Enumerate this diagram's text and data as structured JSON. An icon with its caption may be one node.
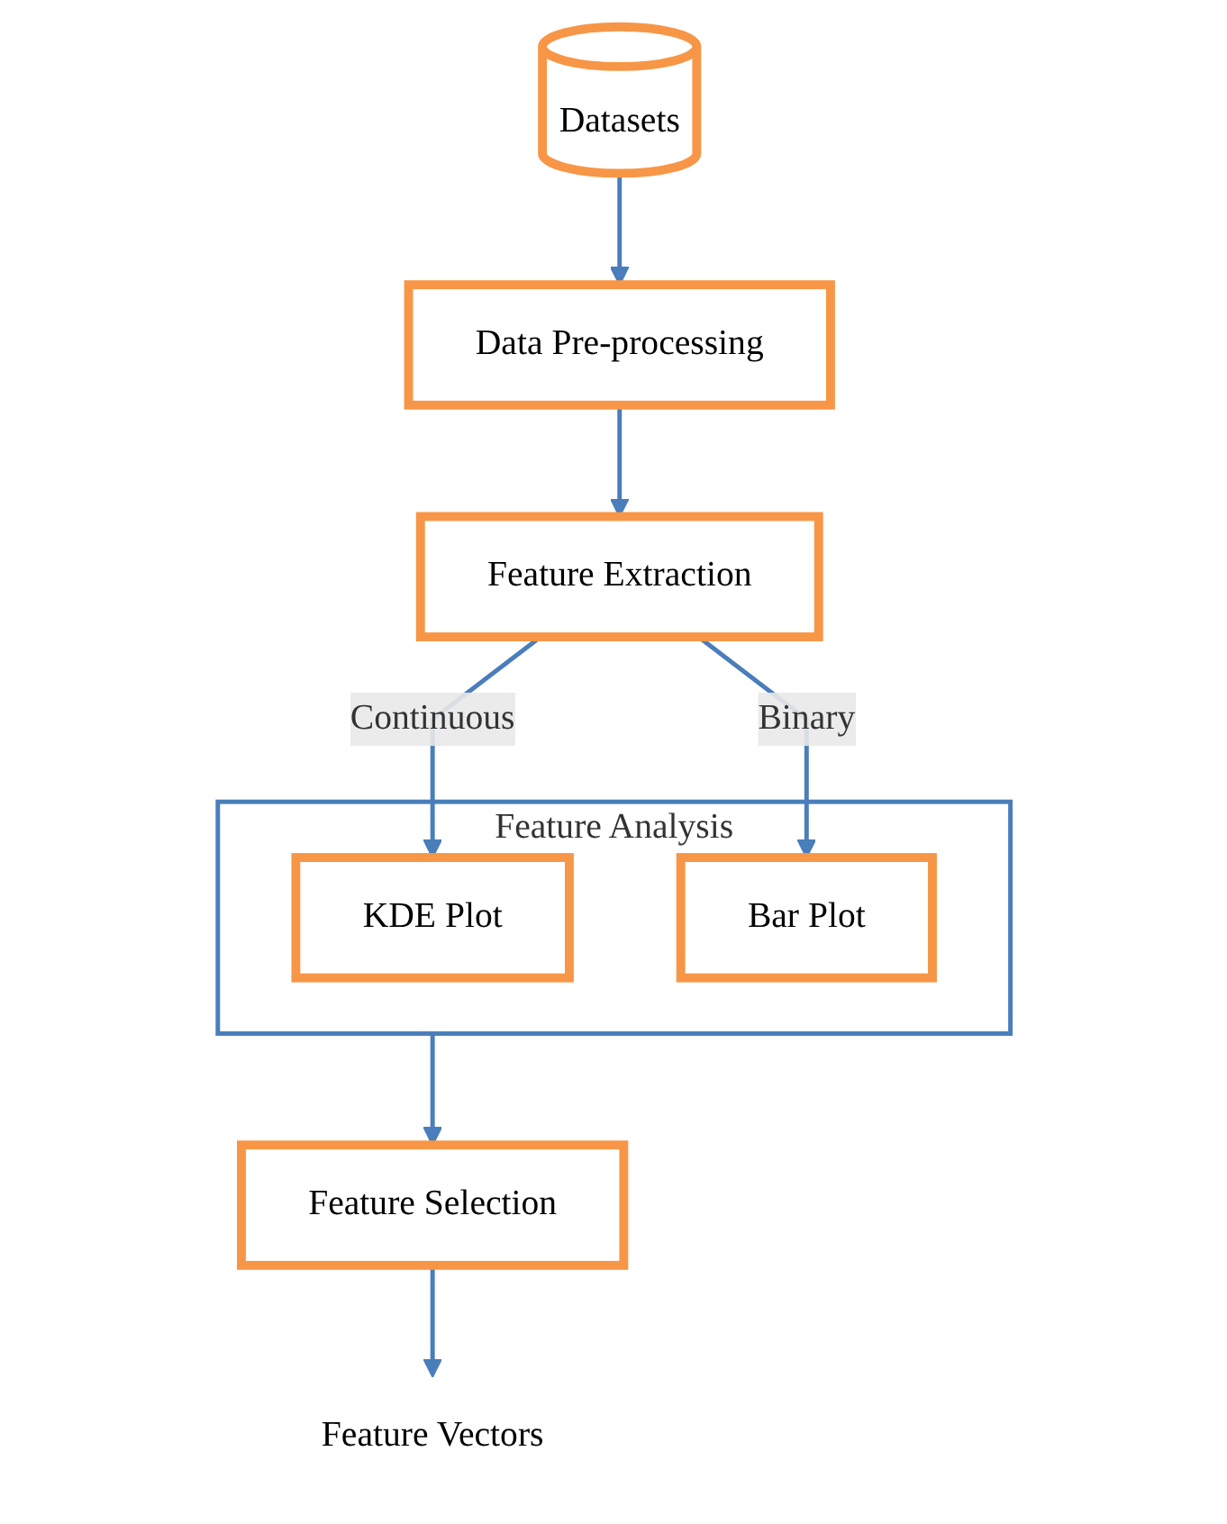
{
  "diagram": {
    "nodes": [
      {
        "text": [
          "Datasets"
        ]
      },
      {
        "text": [
          "Data Pre-processing"
        ]
      },
      {
        "text": [
          "Feature Extraction"
        ]
      },
      {
        "text": [
          "Feature Analysis"
        ]
      },
      {
        "text": [
          "KDE Plot"
        ],
        "in": 3
      },
      {
        "text": [
          "Bar Plot"
        ],
        "in": 3
      },
      {
        "text": [
          "Feature Selection"
        ]
      },
      {
        "text": [
          "Feature Vectors"
        ]
      }
    ],
    "edges": [
      {
        "from": 0,
        "to": 1,
        "arrow": "to"
      },
      {
        "from": 1,
        "to": 2,
        "arrow": "to"
      },
      {
        "from": 2,
        "to": 4,
        "arrow": "to",
        "label": "Continuous"
      },
      {
        "from": 2,
        "to": 5,
        "arrow": "to",
        "label": "Binary"
      },
      {
        "from": 3,
        "to": 6,
        "arrow": "to"
      },
      {
        "from": 6,
        "to": 7,
        "arrow": "to"
      }
    ]
  }
}
